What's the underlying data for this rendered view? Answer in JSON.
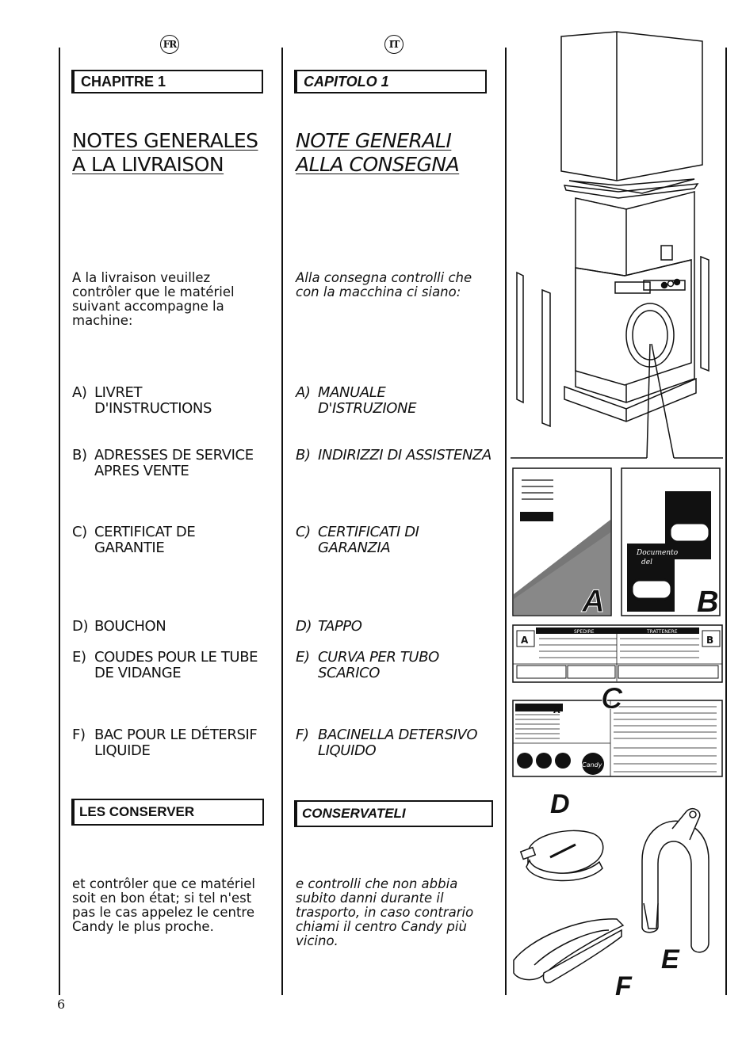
{
  "fr": {
    "badge": "FR",
    "chapter": "CHAPITRE 1",
    "title_line1": "NOTES GENERALES",
    "title_line2": "A LA LIVRAISON",
    "intro": [
      "A la livraison veuillez",
      "contrôler que le matériel",
      "suivant accompagne la",
      "machine:"
    ],
    "items": [
      {
        "letter": "A)",
        "lines": [
          "LIVRET",
          "D'INSTRUCTIONS"
        ]
      },
      {
        "letter": "B)",
        "lines": [
          "ADRESSES DE SERVICE",
          "APRES VENTE"
        ]
      },
      {
        "letter": "C)",
        "lines": [
          "CERTIFICAT DE",
          "GARANTIE"
        ]
      },
      {
        "letter": "D)",
        "lines": [
          "BOUCHON"
        ]
      },
      {
        "letter": "E)",
        "lines": [
          "COUDES POUR LE TUBE",
          "DE VIDANGE"
        ]
      },
      {
        "letter": "F)",
        "lines": [
          "BAC POUR LE DÉTERSIF",
          "LIQUIDE"
        ]
      }
    ],
    "keep": "LES CONSERVER",
    "closing": [
      "et contrôler que ce matériel",
      "soit en bon état; si tel n'est",
      "pas le cas appelez le centre",
      "Candy le plus proche."
    ]
  },
  "it": {
    "badge": "IT",
    "chapter": "CAPITOLO 1",
    "title_line1": "NOTE GENERALI",
    "title_line2": "ALLA CONSEGNA",
    "intro": [
      "Alla consegna controlli che",
      "con la macchina ci siano:"
    ],
    "items": [
      {
        "letter": "A)",
        "lines": [
          "MANUALE",
          "D'ISTRUZIONE"
        ]
      },
      {
        "letter": "B)",
        "lines": [
          "INDIRIZZI DI ASSISTENZA"
        ]
      },
      {
        "letter": "C)",
        "lines": [
          "CERTIFICATI DI",
          "GARANZIA"
        ]
      },
      {
        "letter": "D)",
        "lines": [
          "TAPPO"
        ]
      },
      {
        "letter": "E)",
        "lines": [
          "CURVA PER TUBO",
          "SCARICO"
        ]
      },
      {
        "letter": "F)",
        "lines": [
          "BACINELLA DETERSIVO",
          "LIQUIDO"
        ]
      }
    ],
    "keep": "CONSERVATELI",
    "closing": [
      "e controlli che non abbia",
      "subito danni durante il",
      "trasporto, in caso contrario",
      "chiami il centro Candy più",
      "vicino."
    ]
  },
  "illustration": {
    "labels": {
      "a": "A",
      "b": "B",
      "c": "C",
      "d": "D",
      "e": "E",
      "f": "F"
    },
    "booklet_b_text": [
      "Documento",
      "del"
    ],
    "cert_head_left": "SPEDIRE",
    "cert_head_right": "TRATTENERE",
    "brand": "Candy"
  },
  "page_number": "6"
}
